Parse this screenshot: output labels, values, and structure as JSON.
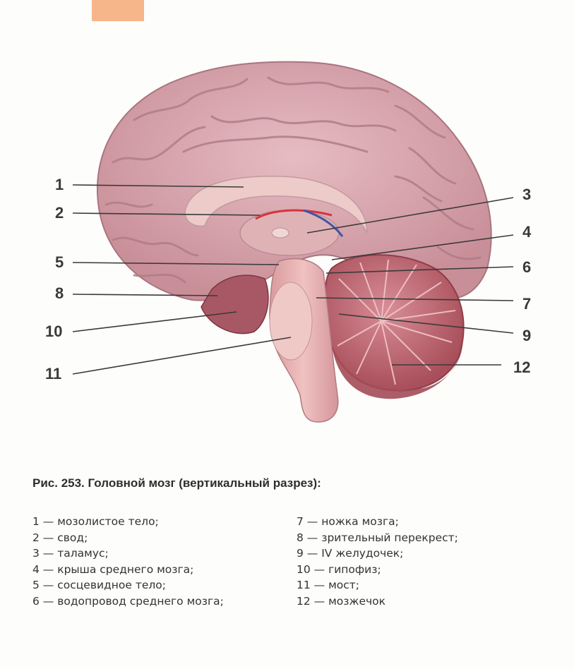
{
  "figure": {
    "labels": [
      "1",
      "2",
      "3",
      "4",
      "5",
      "6",
      "7",
      "8",
      "9",
      "10",
      "11",
      "12"
    ]
  },
  "caption": "Рис. 253. Головной мозг (вертикальный разрез):",
  "legend": {
    "left": [
      "1 — мозолистое тело;",
      "2 — свод;",
      "3 — таламус;",
      "4 — крыша среднего мозга;",
      "5 — сосцевидное тело;",
      "6 — водопровод среднего мозга;"
    ],
    "right": [
      "7 — ножка мозга;",
      "8 — зрительный перекрест;",
      "9 — IV желудочек;",
      "10 — гипофиз;",
      "11 — мост;",
      "12 — мозжечок"
    ]
  },
  "colors": {
    "brain": "#d9a9b0",
    "cerebellum": "#b8616c",
    "stem": "#e3a8a8",
    "tab": "#f7b58a",
    "leader": "#3a3a3a"
  }
}
